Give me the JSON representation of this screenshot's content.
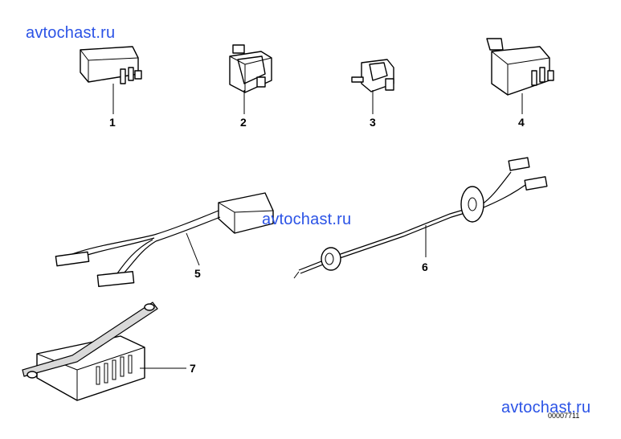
{
  "watermarks": [
    {
      "text": "avtochast.ru"
    },
    {
      "text": "avtochast.ru"
    },
    {
      "text": "avtochast.ru"
    }
  ],
  "callouts": [
    {
      "label": "1"
    },
    {
      "label": "2"
    },
    {
      "label": "3"
    },
    {
      "label": "4"
    },
    {
      "label": "5"
    },
    {
      "label": "6"
    },
    {
      "label": "7"
    }
  ],
  "diagram_number": "00007711"
}
